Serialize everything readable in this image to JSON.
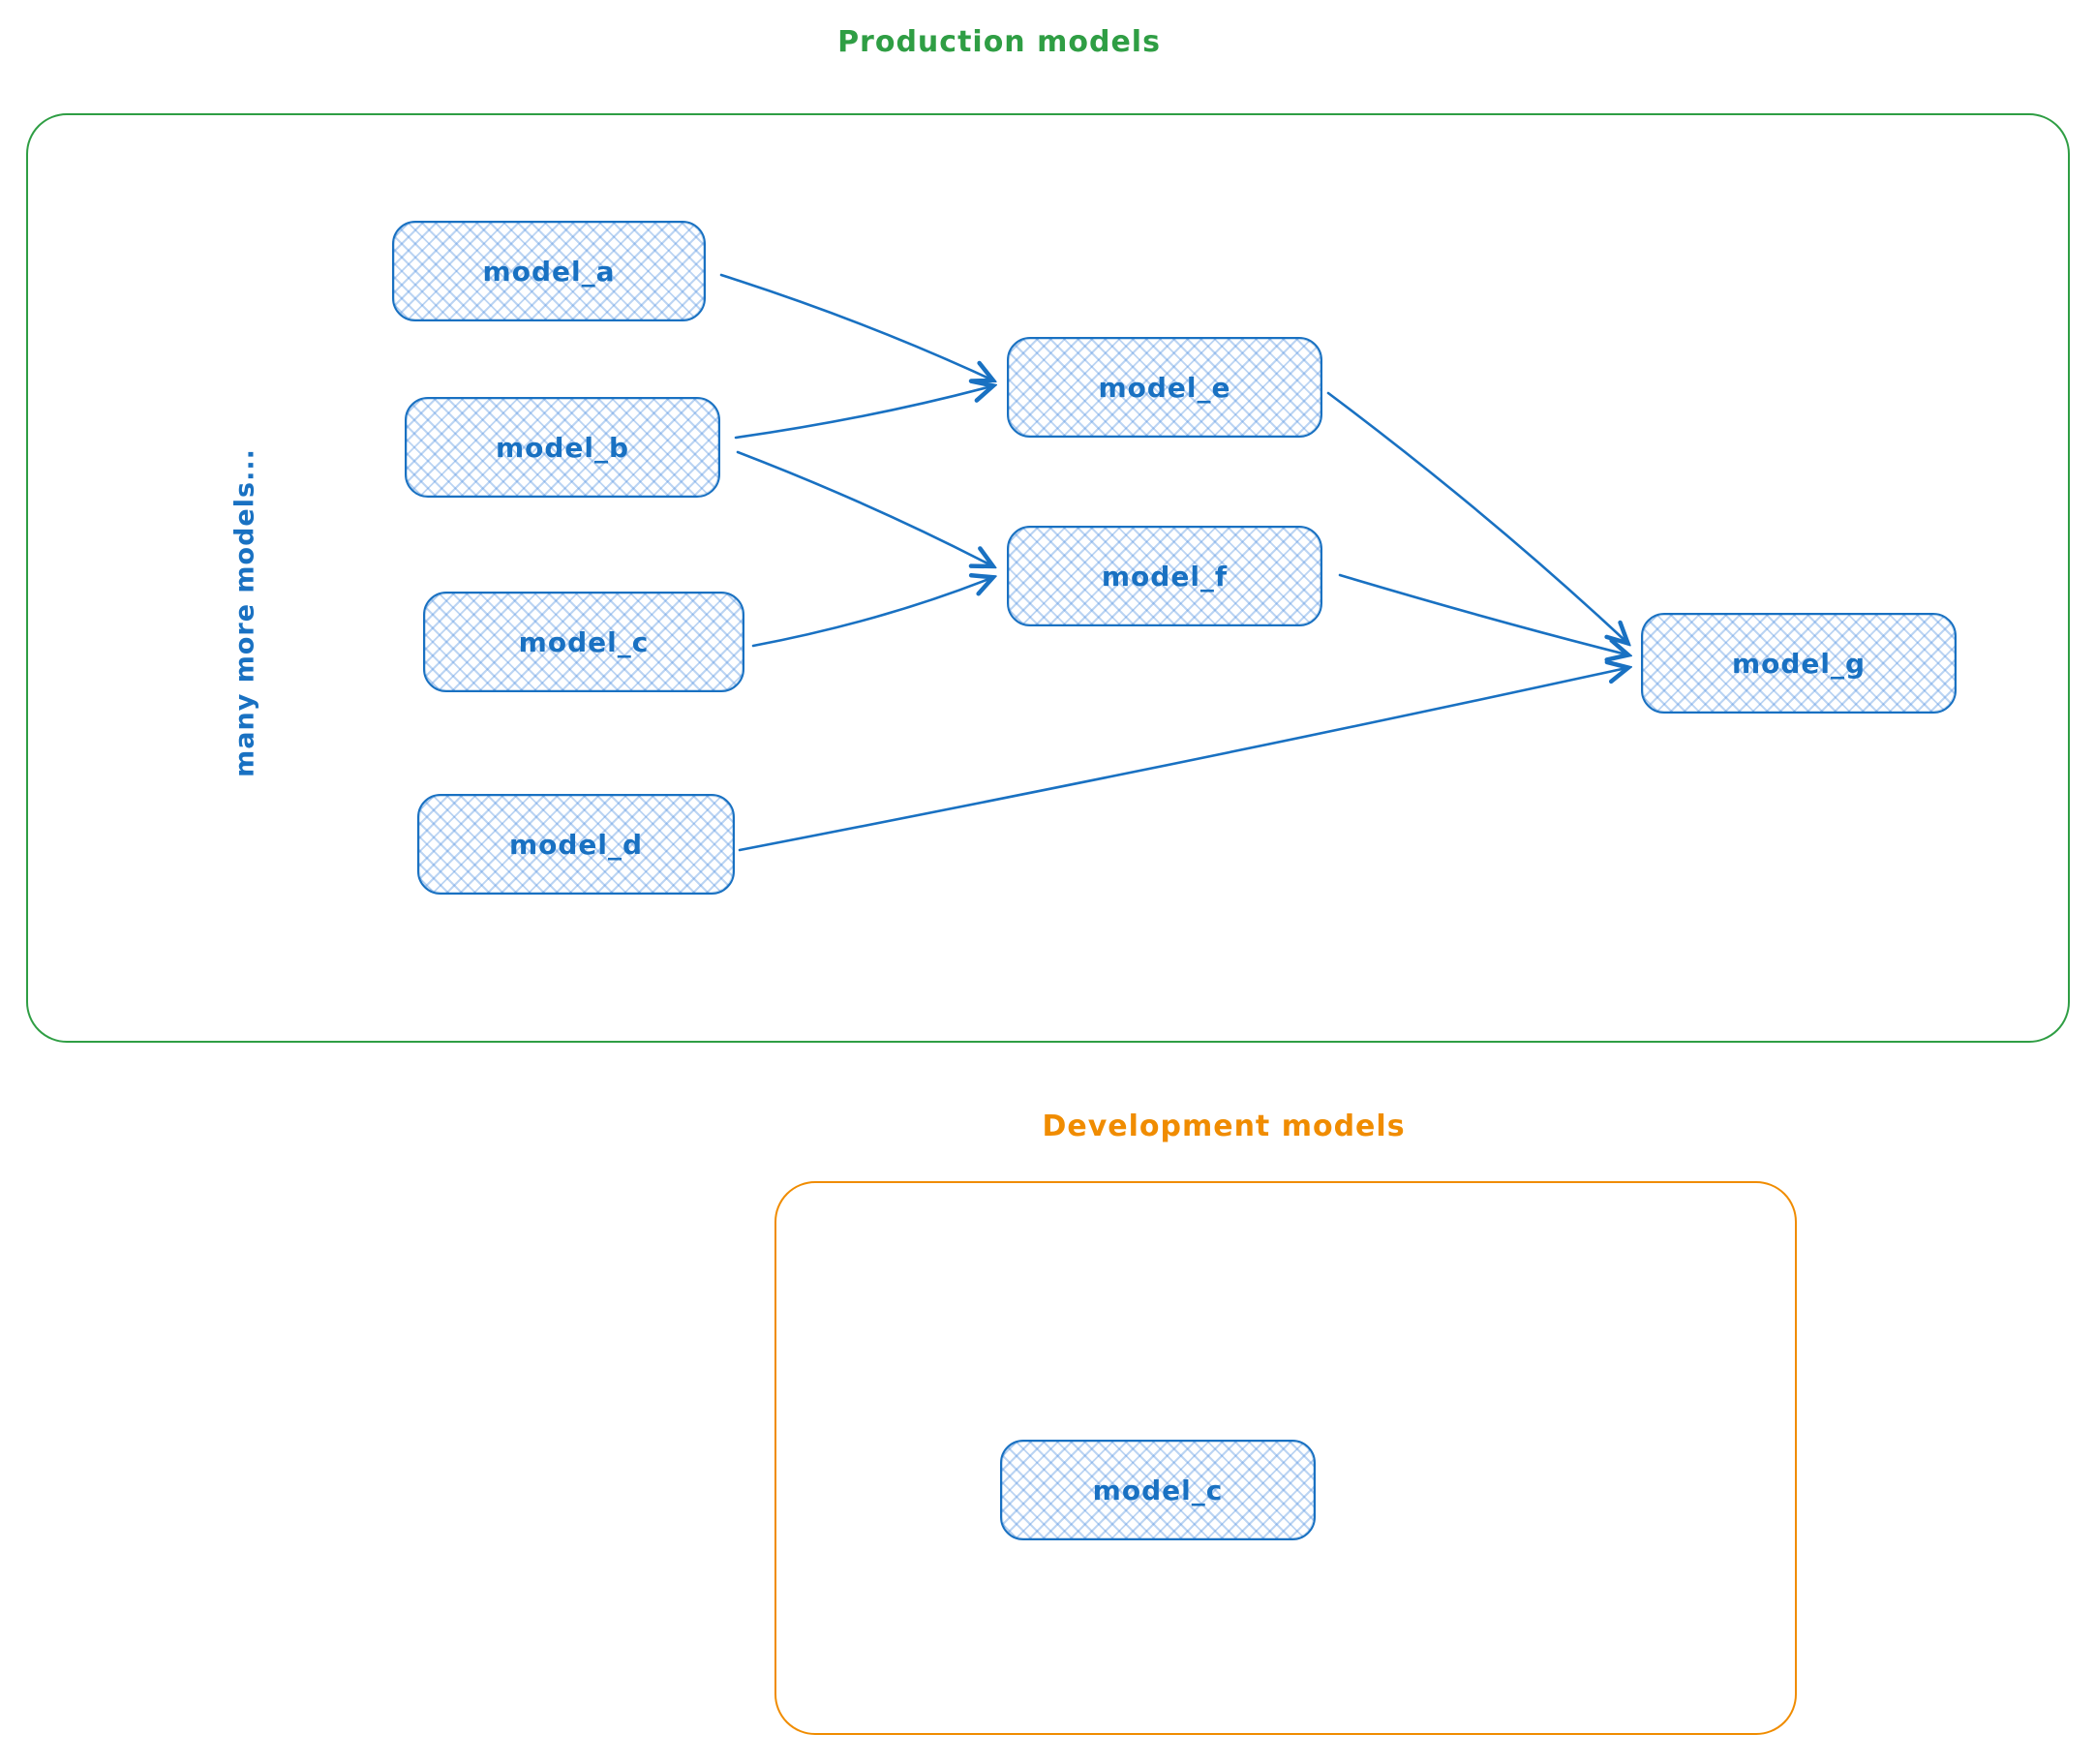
{
  "diagram": {
    "type": "flowchart",
    "style": "hand-drawn",
    "node_style": {
      "border_color": "#1971c2",
      "text_color": "#1971c2",
      "fill_pattern": "light-blue-crosshatch"
    }
  },
  "production": {
    "title": "Production models",
    "accent_color": "#2f9e44",
    "side_note": "many more models...",
    "nodes": [
      {
        "id": "model_a",
        "label": "model_a"
      },
      {
        "id": "model_b",
        "label": "model_b"
      },
      {
        "id": "model_c",
        "label": "model_c"
      },
      {
        "id": "model_d",
        "label": "model_d"
      },
      {
        "id": "model_e",
        "label": "model_e"
      },
      {
        "id": "model_f",
        "label": "model_f"
      },
      {
        "id": "model_g",
        "label": "model_g"
      }
    ],
    "edges": [
      {
        "from": "model_a",
        "to": "model_e"
      },
      {
        "from": "model_b",
        "to": "model_e"
      },
      {
        "from": "model_b",
        "to": "model_f"
      },
      {
        "from": "model_c",
        "to": "model_f"
      },
      {
        "from": "model_e",
        "to": "model_g"
      },
      {
        "from": "model_f",
        "to": "model_g"
      },
      {
        "from": "model_d",
        "to": "model_g"
      }
    ]
  },
  "development": {
    "title": "Development models",
    "accent_color": "#f08c00",
    "nodes": [
      {
        "id": "model_c_dev",
        "label": "model_c"
      }
    ],
    "edges": []
  }
}
